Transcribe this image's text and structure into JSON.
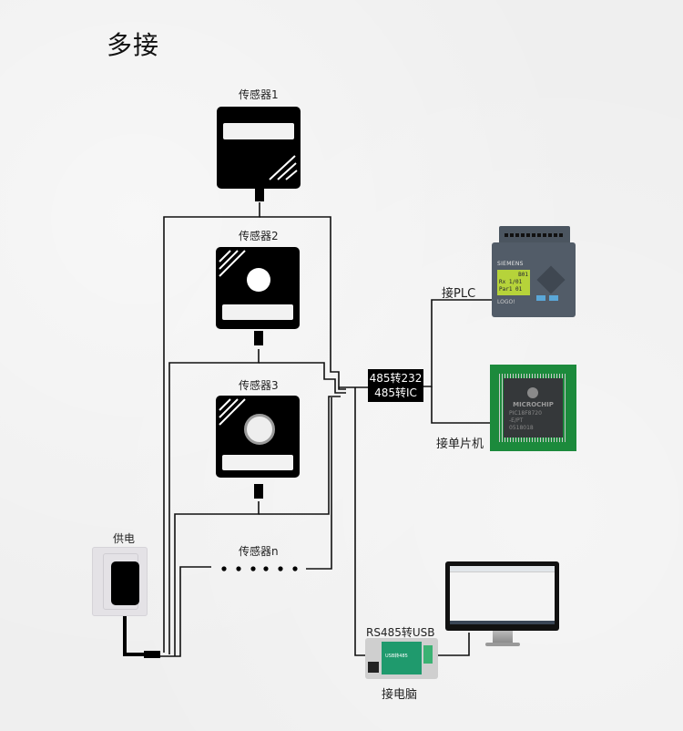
{
  "title": "多接",
  "sensors": [
    {
      "label": "传感器1"
    },
    {
      "label": "传感器2"
    },
    {
      "label": "传感器3"
    },
    {
      "label": "传感器n"
    }
  ],
  "power": {
    "label": "供电"
  },
  "converter": {
    "line1": "485转232",
    "line2": "485转IC"
  },
  "plc": {
    "label": "接PLC",
    "brand": "SIEMENS",
    "screen_lines": [
      "B01",
      "Rx 1/01",
      "Par1 01"
    ],
    "model": "LOGO!"
  },
  "mcu": {
    "label": "接单片机",
    "brand": "MICROCHIP",
    "part": "PIC18F8720",
    "sub": "-E/PT",
    "lot": "0518018"
  },
  "usb": {
    "label": "RS485转USB",
    "pc_label": "接电脑",
    "device_text": "USB转485"
  },
  "colors": {
    "wire": "#111111",
    "box": "#000000",
    "background": "#efefef",
    "pcb_green": "#1c8a3c",
    "usb_green": "#1f9a6d"
  }
}
